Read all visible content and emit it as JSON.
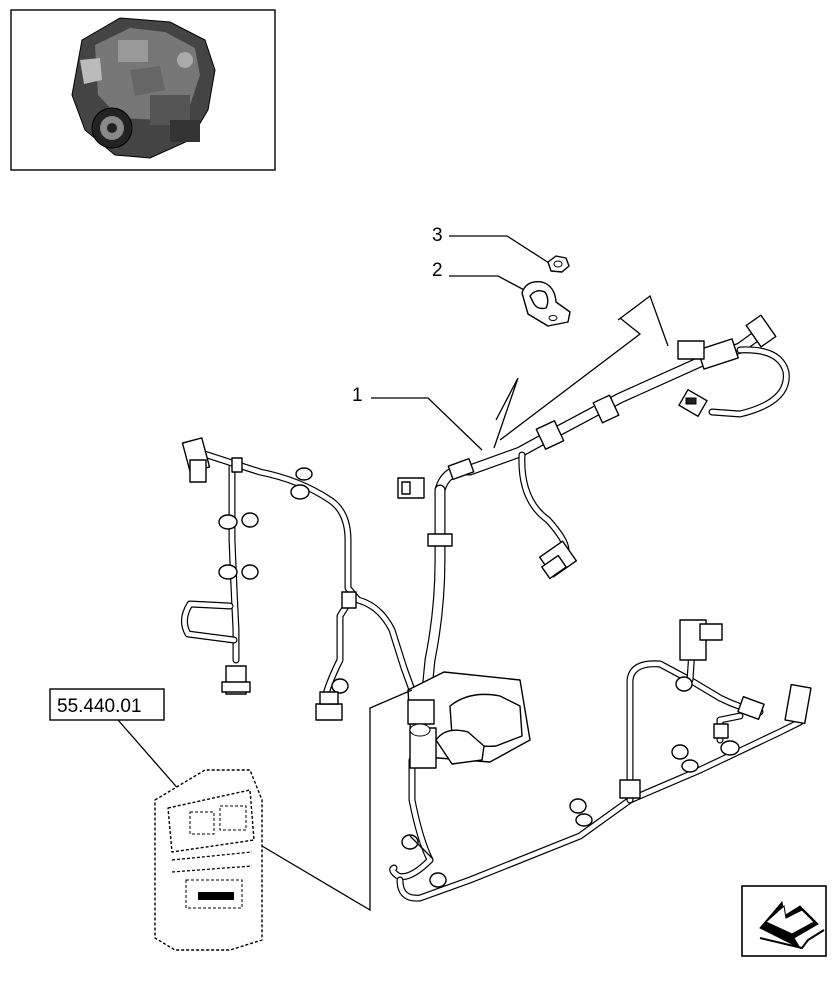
{
  "callouts": [
    {
      "number": "1"
    },
    {
      "number": "2"
    },
    {
      "number": "3"
    }
  ],
  "reference": {
    "code": "55.440.01"
  },
  "thumbnail": {
    "subject": "engine-overview"
  },
  "nav_icon": {
    "name": "back-arrow-icon"
  },
  "colors": {
    "line": "#000000",
    "background": "#ffffff",
    "arrow_fill": "#000000"
  }
}
